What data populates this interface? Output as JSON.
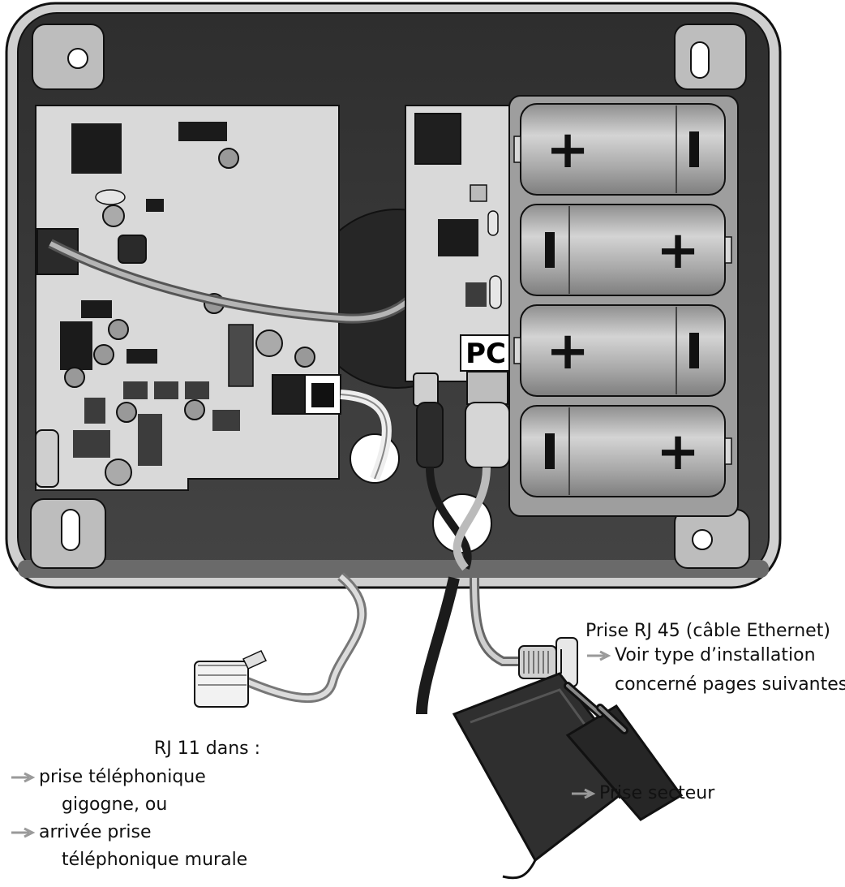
{
  "device": {
    "pc_label": "PC",
    "battery_plus": "+",
    "battery_minus": "-"
  },
  "labels": {
    "rj45_title": "Prise RJ 45 (câble Ethernet)",
    "rj45_line1": "Voir type d’installation",
    "rj45_line2": "concerné pages suivantes",
    "power": "Prise secteur",
    "rj11_title": "RJ 11 dans :",
    "rj11_item1_line1": "prise téléphonique",
    "rj11_item1_line2": "gigogne, ou",
    "rj11_item2_line1": "arrivée prise",
    "rj11_item2_line2": "téléphonique murale"
  },
  "colors": {
    "housing": "#3a3a3a",
    "board": "#d9d9d9",
    "arrow": "#9a9a9a"
  }
}
